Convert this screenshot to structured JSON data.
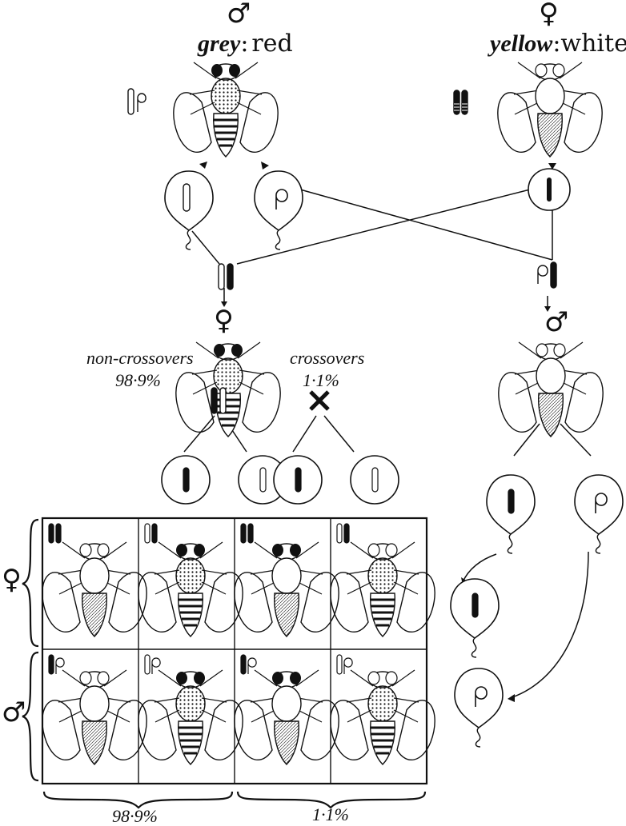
{
  "male_parent": {
    "symbol": "♂",
    "body_label": "grey",
    "sep": ":",
    "eye_label": "red"
  },
  "female_parent": {
    "symbol": "♀",
    "body_label": "yellow",
    "sep": ":",
    "eye_label": "white"
  },
  "f1": {
    "female_symbol": "♀",
    "male_symbol": "♂"
  },
  "gametes": {
    "non_crossovers_label": "non-crossovers",
    "non_crossovers_pct": "98·9%",
    "crossovers_label": "crossovers",
    "crossovers_pct": "1·1%"
  },
  "grid": {
    "row_labels": [
      "♀",
      "♂"
    ],
    "columns": 4,
    "footer_left": "98·9%",
    "footer_right": "1·1%"
  },
  "colors": {
    "ink": "#111111",
    "paper": "#ffffff"
  }
}
